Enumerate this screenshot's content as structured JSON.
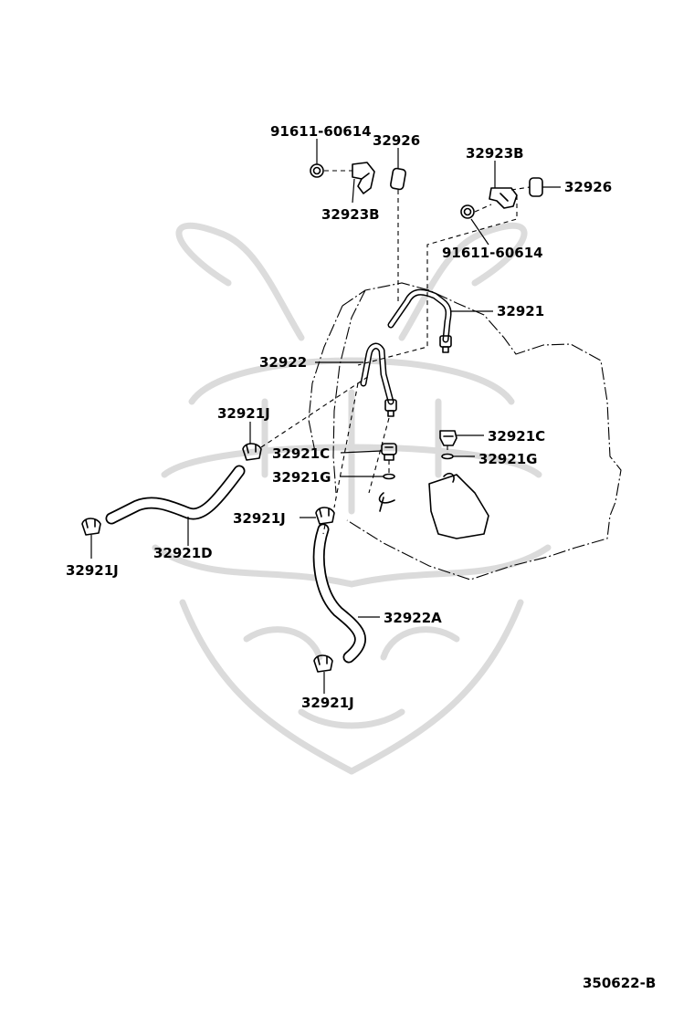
{
  "diagram": {
    "figure_code": "350622-B",
    "labels": {
      "nut_top_left": "91611-60614",
      "hose_top_center": "32926",
      "clamp_top_left": "32923B",
      "clamp_top_right": "32923B",
      "hose_top_right": "32926",
      "nut_top_right": "91611-60614",
      "pipe_upper": "32921",
      "pipe_lower": "32922",
      "clip_j_upper": "32921J",
      "union_c_left": "32921C",
      "gasket_g_left": "32921G",
      "union_c_right": "32921C",
      "gasket_g_right": "32921G",
      "clip_j_mid": "32921J",
      "clip_j_left": "32921J",
      "hose_d": "32921D",
      "hose_a": "32922A",
      "clip_j_bottom": "32921J"
    }
  }
}
